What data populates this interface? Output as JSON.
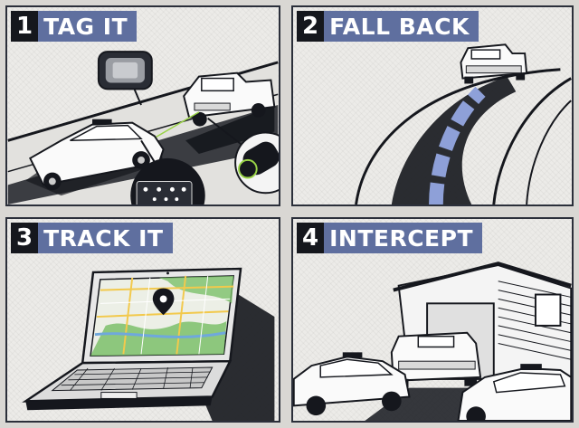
{
  "panels": [
    {
      "number": "1",
      "label": "TAG IT"
    },
    {
      "number": "2",
      "label": "FALL BACK"
    },
    {
      "number": "3",
      "label": "TRACK IT"
    },
    {
      "number": "4",
      "label": "INTERCEPT"
    }
  ],
  "colors": {
    "title_bg": "#5f6f9f",
    "number_bg": "#15171d",
    "ink": "#15171d",
    "accent_blue": "#8ea0d8",
    "laser_green": "#9ad447",
    "map_green": "#7cc06a"
  }
}
